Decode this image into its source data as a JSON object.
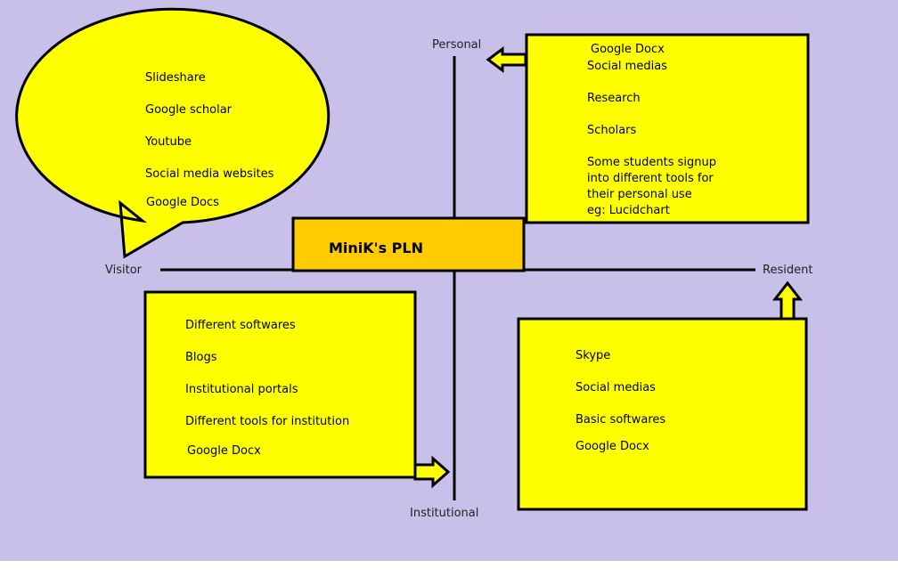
{
  "title": "MiniK's PLN",
  "axes": {
    "top": "Personal",
    "bottom": "Institutional",
    "left": "Visitor",
    "right": "Resident"
  },
  "bubble": {
    "items": [
      "Slideshare",
      "Google scholar",
      "Youtube",
      "Social media websites",
      "Google Docs"
    ]
  },
  "top_right": {
    "items": [
      "Google Docx",
      "Social medias",
      "Research",
      "Scholars",
      "Some students signup",
      "into different tools for",
      "their personal use",
      "eg: Lucidchart"
    ]
  },
  "bottom_left": {
    "items": [
      "Different softwares",
      "Blogs",
      "Institutional portals",
      "Different tools for institution",
      "Google Docx"
    ]
  },
  "bottom_right": {
    "items": [
      "Skype",
      "Social medias",
      "Basic softwares",
      "Google Docx"
    ]
  },
  "colors": {
    "background": "#c8c0e8",
    "box": "#ffff00",
    "title_box": "#ffcc00",
    "outline": "#000000"
  }
}
